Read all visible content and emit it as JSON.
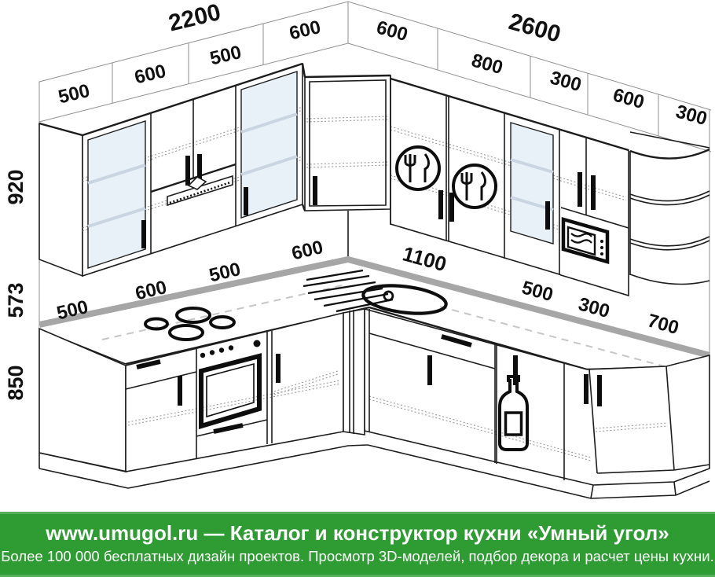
{
  "drawing": {
    "walls": {
      "left": {
        "total": "2200",
        "segments": [
          "500",
          "600",
          "500"
        ],
        "corner": "600"
      },
      "right": {
        "total": "2600",
        "corner": "600",
        "segments": [
          "800",
          "300",
          "600",
          "300"
        ]
      }
    },
    "heights": {
      "upper_cabinets": "920",
      "backsplash": "573",
      "base_cabinets": "850"
    },
    "countertop": {
      "left": [
        "500",
        "600",
        "500",
        "600"
      ],
      "right": [
        "1100",
        "500",
        "300",
        "700"
      ]
    },
    "colors": {
      "line": "#1c1c1c",
      "dim_line": "#8f8f8f",
      "glass": "#e9f1f8",
      "counter_band": "#a6a6a6",
      "footer_green": "#2e9c33"
    }
  },
  "footer": {
    "line1": "www.umugol.ru — Каталог и конструктор кухни «Умный угол»",
    "line2": "Более 100 000 бесплатных дизайн проектов. Просмотр 3D-моделей, подбор декора и расчет цены кухни."
  }
}
